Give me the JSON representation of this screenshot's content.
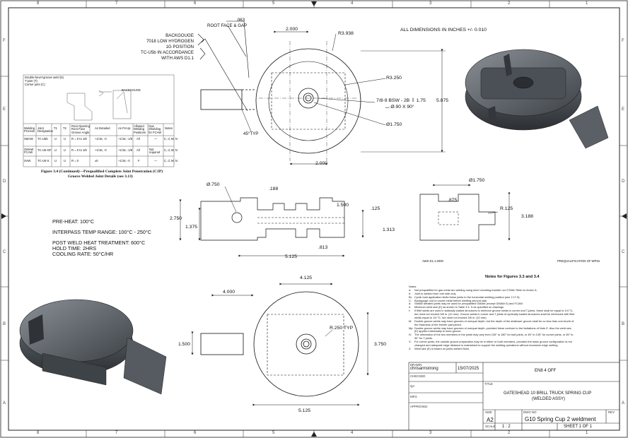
{
  "border": {
    "cols_top": [
      "8",
      "7",
      "6",
      "5",
      "4",
      "3",
      "2",
      "1"
    ],
    "cols_bottom": [
      "8",
      "7",
      "6",
      "5",
      "4",
      "3",
      "2",
      "1"
    ],
    "rows": [
      "F",
      "E",
      "D",
      "C",
      "B",
      "A"
    ]
  },
  "weld": {
    "root_dim": ".063",
    "root_face": "ROOT FACE & GAP",
    "backgouge": "BACKGOUGE",
    "electrode": "7018 LOW HYDROGEN",
    "position": "1G POSITION",
    "accordance": "TC-U5b IN ACCORDANCE",
    "standard": "WITH AWS D1.1",
    "angle": "45°TYP"
  },
  "all_dims": "ALL DIMENSIONS IN INCHES +/- 0.010",
  "top_view": {
    "d_2000_top": "2.000",
    "r3938": "R3.938",
    "r3250": "R3.250",
    "thread": "7/8-9 BSW - 2B ⇩ 1.75",
    "csk": "⌴ Ø.90 X 90°",
    "d1750": "Ø1.750",
    "d5875": "5.875",
    "d_2000_bot": "2.000"
  },
  "joint_table": {
    "heading_1": "Double-bevel-groove weld (5)",
    "heading_2": "T-joint (T)",
    "heading_3": "Corner joint (C)",
    "backgouge": "BACKGOUGE",
    "headers": [
      "Welding Process",
      "Joint Designation",
      "T1",
      "T2",
      "Root Opening Root Face Groove Angle",
      "As Detailed",
      "As Fit-Up",
      "Allowed Welding Positions",
      "Gas Shielding for FCAW",
      "Notes"
    ],
    "rows": [
      [
        "SMAW",
        "TC-U5b",
        "U",
        "U",
        "R = 0 to 1/8",
        "+1/16, -0",
        "+1/16, -1/8",
        "All",
        "—",
        "C, d, M, N"
      ],
      [
        "GMAW FCAW",
        "TC-U5-GF",
        "U",
        "U",
        "R = 0 to 1/8",
        "+1/16, -0",
        "+1/16, -1/8",
        "All",
        "Not required",
        "C, d, M, N"
      ],
      [
        "SAW",
        "TC-U5-S",
        "U",
        "U",
        "R = 0",
        "±0",
        "+1/16, -0",
        "F",
        "—",
        "C, d, M, N"
      ]
    ],
    "caption_1": "Figure 3.4 (Continued)—Prequalified Complete Joint Penetration (CJP)",
    "caption_2": "Groove Welded Joint Details (see 3.13)"
  },
  "process": {
    "preheat": "PRE-HEAT: 100°C",
    "interpass": "INTERPASS TEMP RANGE: 100°C - 250°C",
    "pwht": "POST WELD HEAT TREATMENT: 600°C",
    "hold": "HOLD TIME: 2HRS",
    "cooling": "COOLING RATE: 50°C/HR"
  },
  "section_view": {
    "d750": "Ø.750",
    "d188": ".188",
    "d1500": "1.500",
    "d125": ".125",
    "d2750": "2.750",
    "d1375": "1.375",
    "d1313": "1.313",
    "d813": ".813",
    "d5125": "5.125"
  },
  "side_view": {
    "d1750": "Ø1.750",
    "d875": ".875",
    "r125": "R.125",
    "d3188": "3.188"
  },
  "aws_footer_left": "AWS D1.1:2000",
  "aws_footer_right": "PREQUALIFICATION OF WPSs",
  "bottom_view": {
    "d4125": "4.125",
    "d4000": "4.000",
    "r250": "R.250 TYP",
    "d1500": "1.500",
    "d3750": "3.750",
    "d5125": "5.125"
  },
  "notes_title": "Notes for Figures 3.3 and 3.4",
  "notes": [
    [
      "Notes:",
      ""
    ],
    [
      "a:",
      "Not prequalified for gas metal arc welding using short circuiting transfer nor GTAW. Refer to Annex A."
    ],
    [
      "b:",
      "Joint is welded from one side only."
    ],
    [
      "Br:",
      "Cyclic load application limits these joints to the horizontal welding position (see 2.17.5)."
    ],
    [
      "C:",
      "Backgouge root to sound metal before welding second side."
    ],
    [
      "d:",
      "SMAW detailed joints may be used for prequalified GMAW (except GMAW-S) and FCAW."
    ],
    [
      "e:",
      "Minimum weld size (E) as shown in Table 3.4. S as specified on drawings."
    ],
    [
      "f:",
      "If fillet welds are used in statically loaded structures to reinforce groove welds in corner and T-joints, these shall be equal to 1/4 T1,"
    ],
    [
      "",
      "but need not exceed 3/8 in. (10 mm). Groove welds in corner and T-joints of cyclically loaded structures shall be reinforced with fillet"
    ],
    [
      "",
      "welds equal to 1/4 T1, but need not exceed 3/8 in. (10 mm)."
    ],
    [
      "M:",
      "Double-groove welds may have grooves of unequal depth, but the depth of the shallower groove shall be no less than one-fourth of"
    ],
    [
      "",
      "the thickness of the thinner part joined."
    ],
    [
      "Mp:",
      "Double-groove welds may have grooves of unequal depth, provided these conform to the limitations of Note E. Also the weld size"
    ],
    [
      "",
      "(E) applies individually to each groove."
    ],
    [
      "N:",
      "The orientation of the two members in the joints may vary from 135° to 180° for butt joints, or 45° to 135° for corner joints, or 45° to"
    ],
    [
      "",
      "90° for T-joints."
    ],
    [
      "V:",
      "For corner joints, the outside groove preparation may be in either or both members, provided the basic groove configuration is not"
    ],
    [
      "",
      "changed and adequate edge distance is maintained to support the welding operations without excessive edge melting."
    ],
    [
      "Z:",
      "Weld size (E) is based on joints welded flush."
    ]
  ],
  "title_block": {
    "drawn_lbl": "DRAWN",
    "drawn_by": "chrisarmstrong",
    "date": "15/07/2025",
    "checked_lbl": "CHECKED",
    "qa_lbl": "QA",
    "mfg_lbl": "MFG",
    "approved_lbl": "APPROVED",
    "material": "EN8 4 OFF",
    "title_lbl": "TITLE",
    "title_1": "GATESHEAD 10 BRILL TRUCK SPRING CUP",
    "title_2": "(WELDED ASSY)",
    "size_lbl": "SIZE",
    "size": "A2",
    "dwg_lbl": "DWG NO",
    "dwg_no": "G10 Spring Cup 2 weldment",
    "rev_lbl": "REV",
    "scale_lbl": "SCALE",
    "scale": "1 : 2",
    "sheet": "SHEET 1  OF  1"
  }
}
